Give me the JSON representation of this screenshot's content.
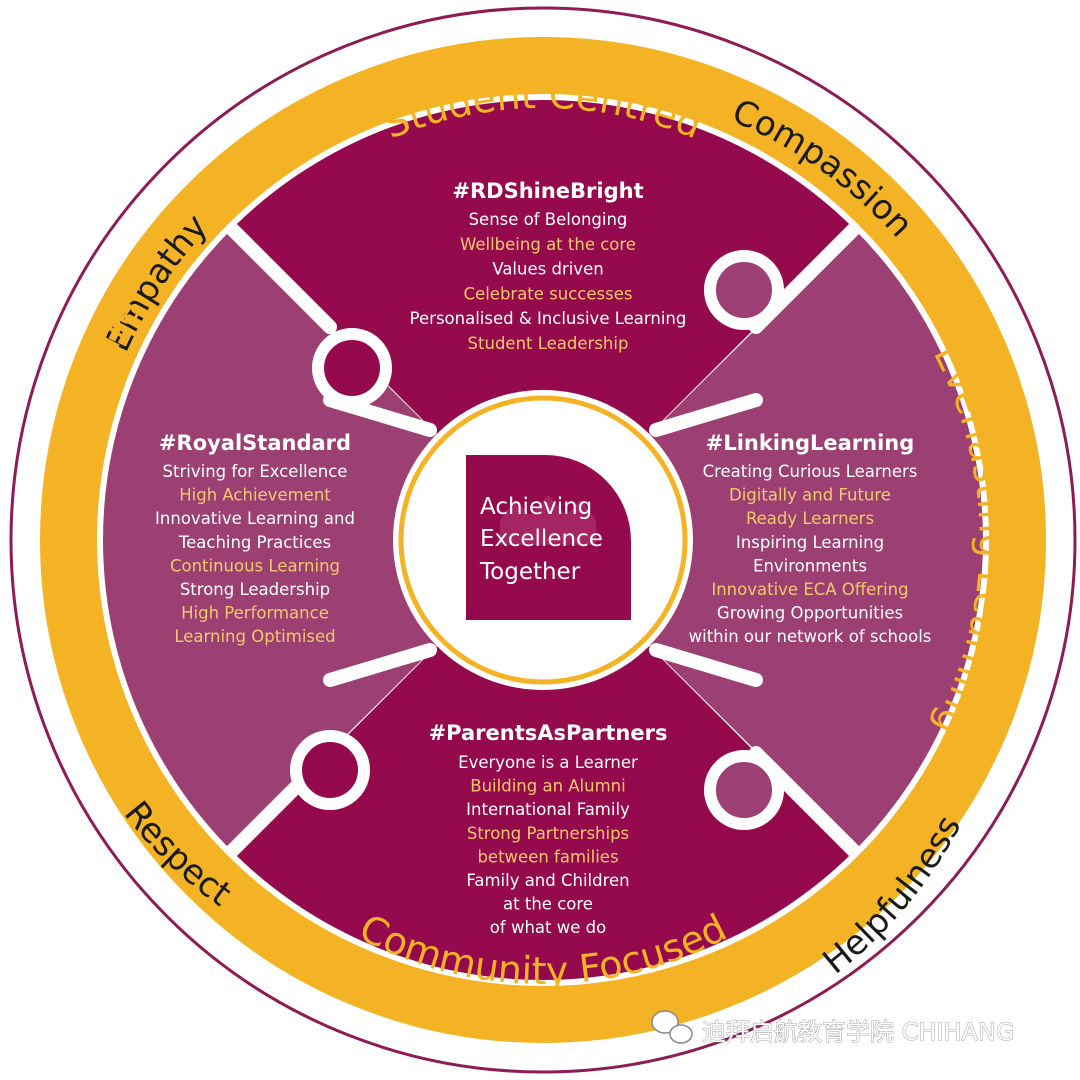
{
  "colors": {
    "outer_ring": "#f3b324",
    "ring_border": "#8e1b55",
    "dark_piece": "#950a4c",
    "light_piece": "#9c3f72",
    "highlight_text": "#f6c96b",
    "center_logo": "#950a4c"
  },
  "values_ring": {
    "empathy": "Empathy",
    "compassion": "Compassion",
    "respect": "Respect",
    "helpfulness": "Helpfulness"
  },
  "pillars": {
    "top": {
      "title": "Student Centred",
      "hashtag": "#RDShineBright",
      "lines": [
        {
          "text": "Sense of Belonging",
          "highlight": false
        },
        {
          "text": "Wellbeing at the core",
          "highlight": true
        },
        {
          "text": "Values driven",
          "highlight": false
        },
        {
          "text": "Celebrate successes",
          "highlight": true
        },
        {
          "text": "Personalised & Inclusive Learning",
          "highlight": false
        },
        {
          "text": "Student Leadership",
          "highlight": true
        }
      ]
    },
    "left": {
      "title": "High Performance Culture",
      "hashtag": "#RoyalStandard",
      "lines": [
        {
          "text": "Striving for Excellence",
          "highlight": false
        },
        {
          "text": "High Achievement",
          "highlight": true
        },
        {
          "text": "Innovative Learning and",
          "highlight": false
        },
        {
          "text": "Teaching Practices",
          "highlight": false
        },
        {
          "text": "Continuous Learning",
          "highlight": true
        },
        {
          "text": "Strong Leadership",
          "highlight": false
        },
        {
          "text": "High Performance",
          "highlight": true
        },
        {
          "text": "Learning Optimised",
          "highlight": true
        }
      ]
    },
    "right": {
      "title": "Everlasting Learning",
      "hashtag": "#LinkingLearning",
      "lines": [
        {
          "text": "Creating Curious Learners",
          "highlight": false
        },
        {
          "text": "Digitally and Future",
          "highlight": true
        },
        {
          "text": "Ready Learners",
          "highlight": true
        },
        {
          "text": "Inspiring Learning",
          "highlight": false
        },
        {
          "text": "Environments",
          "highlight": false
        },
        {
          "text": "Innovative ECA Offering",
          "highlight": true
        },
        {
          "text": "Growing Opportunities",
          "highlight": false
        },
        {
          "text": "within our network of schools",
          "highlight": false
        }
      ]
    },
    "bottom": {
      "title": "Community Focused",
      "hashtag": "#ParentsAsPartners",
      "lines": [
        {
          "text": "Everyone is a Learner",
          "highlight": false
        },
        {
          "text": "Building an Alumni",
          "highlight": true
        },
        {
          "text": "International Family",
          "highlight": false
        },
        {
          "text": "Strong Partnerships",
          "highlight": true
        },
        {
          "text": "between families",
          "highlight": true
        },
        {
          "text": "Family and Children",
          "highlight": false
        },
        {
          "text": "at the core",
          "highlight": false
        },
        {
          "text": "of what we do",
          "highlight": false
        }
      ]
    }
  },
  "center": {
    "line1": "Achieving",
    "line2": "Excellence",
    "line3": "Together"
  },
  "watermark": {
    "text": "迪拜启航教育学院 CHIHANG",
    "icon": "wechat-icon"
  }
}
